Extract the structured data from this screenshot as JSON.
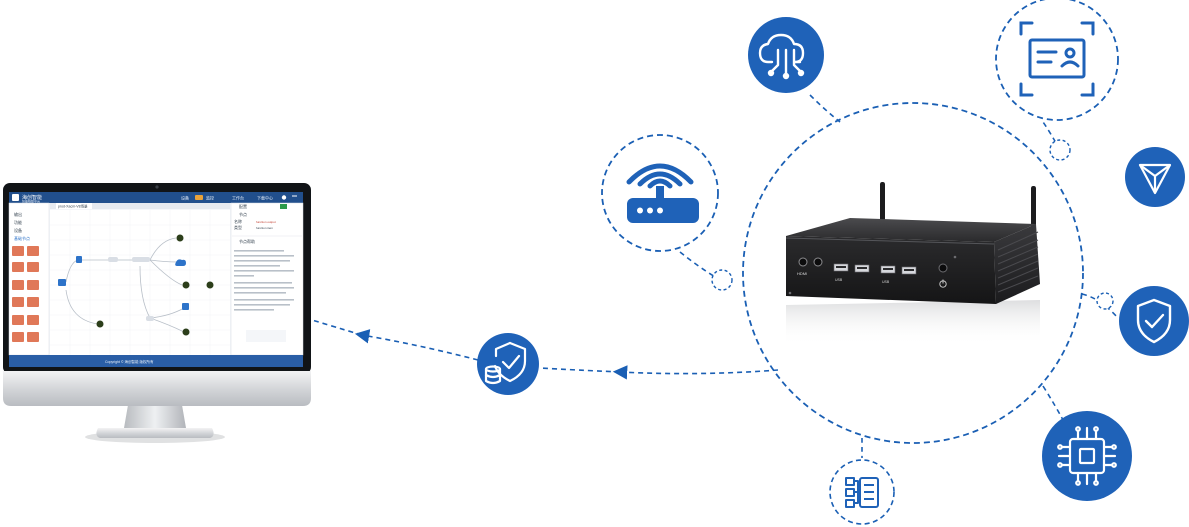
{
  "monitor": {
    "app_name": "海创智能",
    "app_subtitle": "智能物联平台",
    "header_tabs": [
      "设备",
      "监控",
      "工作台",
      "下载中心"
    ],
    "canvas_tab": "prod-Xacm-V8场景",
    "left_menu": [
      "输出",
      "功能",
      "设备",
      "基础节点"
    ],
    "right_panel_title": "配置",
    "right_panel_section": "节点",
    "right_panel_fields": [
      {
        "key": "名称",
        "value": "function output"
      },
      {
        "key": "类型",
        "value": "function item"
      }
    ],
    "right_panel_help_title": "节点帮助",
    "footer_text": "Copyright © 海创智能 版权所有"
  },
  "device": {
    "ports": [
      "HDMI",
      "USB",
      "USB",
      "USB",
      "USB"
    ],
    "power_label": "电源"
  },
  "nodes": [
    {
      "id": "cloud-iot",
      "icon": "cloud-iot-icon"
    },
    {
      "id": "identity-card",
      "icon": "id-card-icon"
    },
    {
      "id": "network-router",
      "icon": "router-wifi-icon"
    },
    {
      "id": "mesh-network",
      "icon": "network-triangle-icon"
    },
    {
      "id": "security-shield",
      "icon": "shield-check-icon"
    },
    {
      "id": "processor-chip",
      "icon": "cpu-chip-icon"
    },
    {
      "id": "structure-tree",
      "icon": "hierarchy-list-icon"
    },
    {
      "id": "secure-data",
      "icon": "shield-database-icon"
    }
  ],
  "colors": {
    "accent": "#1f62b8",
    "dash": "#1a5fb4",
    "screen_header": "#214f8c"
  }
}
